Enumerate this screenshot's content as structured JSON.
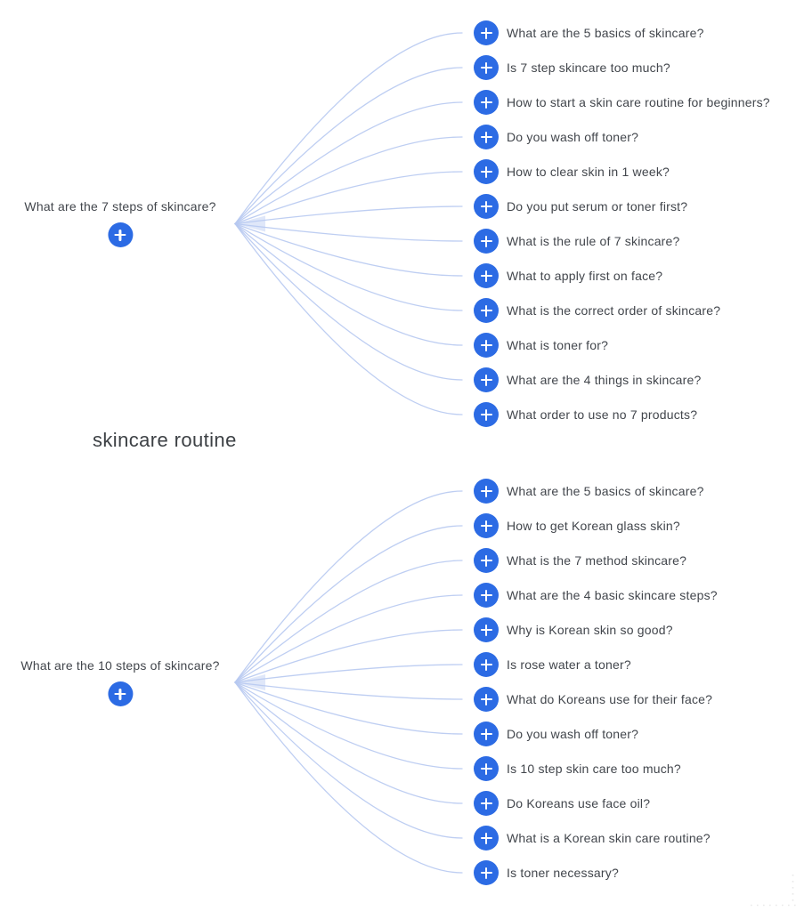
{
  "title": "skincare routine",
  "colors": {
    "accent": "#2c6be4",
    "connector_line": "#b7c9f1",
    "question_text": "#42464c",
    "title_text": "#3d4145"
  },
  "icons": {
    "node_button": "plus-icon"
  },
  "branches": [
    {
      "label": "What are the 7 steps of skincare?",
      "items": [
        "What are the 5 basics of skincare?",
        "Is 7 step skincare too much?",
        "How to start a skin care routine for beginners?",
        "Do you wash off toner?",
        "How to clear skin in 1 week?",
        "Do you put serum or toner first?",
        "What is the rule of 7 skincare?",
        "What to apply first on face?",
        "What is the correct order of skincare?",
        "What is toner for?",
        "What are the 4 things in skincare?",
        "What order to use no 7 products?"
      ]
    },
    {
      "label": "What are the 10 steps of skincare?",
      "items": [
        "What are the 5 basics of skincare?",
        "How to get Korean glass skin?",
        "What is the 7 method skincare?",
        "What are the 4 basic skincare steps?",
        "Why is Korean skin so good?",
        "Is rose water a toner?",
        "What do Koreans use for their face?",
        "Do you wash off toner?",
        "Is 10 step skin care too much?",
        "Do Koreans use face oil?",
        "What is a Korean skin care routine?",
        "Is toner necessary?"
      ]
    }
  ]
}
